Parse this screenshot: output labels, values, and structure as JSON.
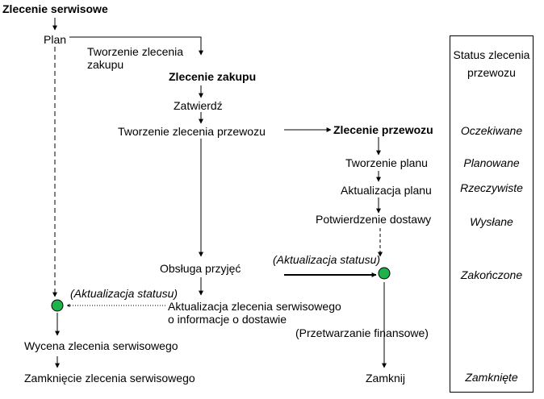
{
  "colors": {
    "line": "#000000",
    "node_fill": "#1db34a",
    "node_stroke": "#000000",
    "text": "#000000"
  },
  "left_flow": {
    "service_order_title": "Zlecenie serwisowe",
    "plan": "Plan",
    "status_update": "(Aktualizacja statusu)",
    "service_order_valuation": "Wycena zlecenia serwisowego",
    "service_order_close": "Zamknięcie zlecenia serwisowego"
  },
  "middle_flow": {
    "create_purchase_order_line1": "Tworzenie zlecenia",
    "create_purchase_order_line2": "zakupu",
    "purchase_order_title": "Zlecenie zakupu",
    "approve": "Zatwierdź",
    "create_transport_order": "Tworzenie zlecenia przewozu",
    "receipt_handling": "Obsługa przyjęć",
    "update_service_order_line1": "Aktualizacja zlecenia serwisowego",
    "update_service_order_line2": "o informacje o dostawie"
  },
  "right_flow": {
    "transport_order_title": "Zlecenie przewozu",
    "create_plan": "Tworzenie planu",
    "update_plan": "Aktualizacja planu",
    "delivery_confirmation": "Potwierdzenie dostawy",
    "status_update": "(Aktualizacja statusu)",
    "financial_processing": "(Przetwarzanie finansowe)",
    "close": "Zamknij"
  },
  "status_column": {
    "header_line1": "Status zlecenia",
    "header_line2": "przewozu",
    "statuses": [
      "Oczekiwane",
      "Planowane",
      "Rzeczywiste",
      "Wysłane",
      "Zakończone",
      "Zamknięte"
    ]
  }
}
